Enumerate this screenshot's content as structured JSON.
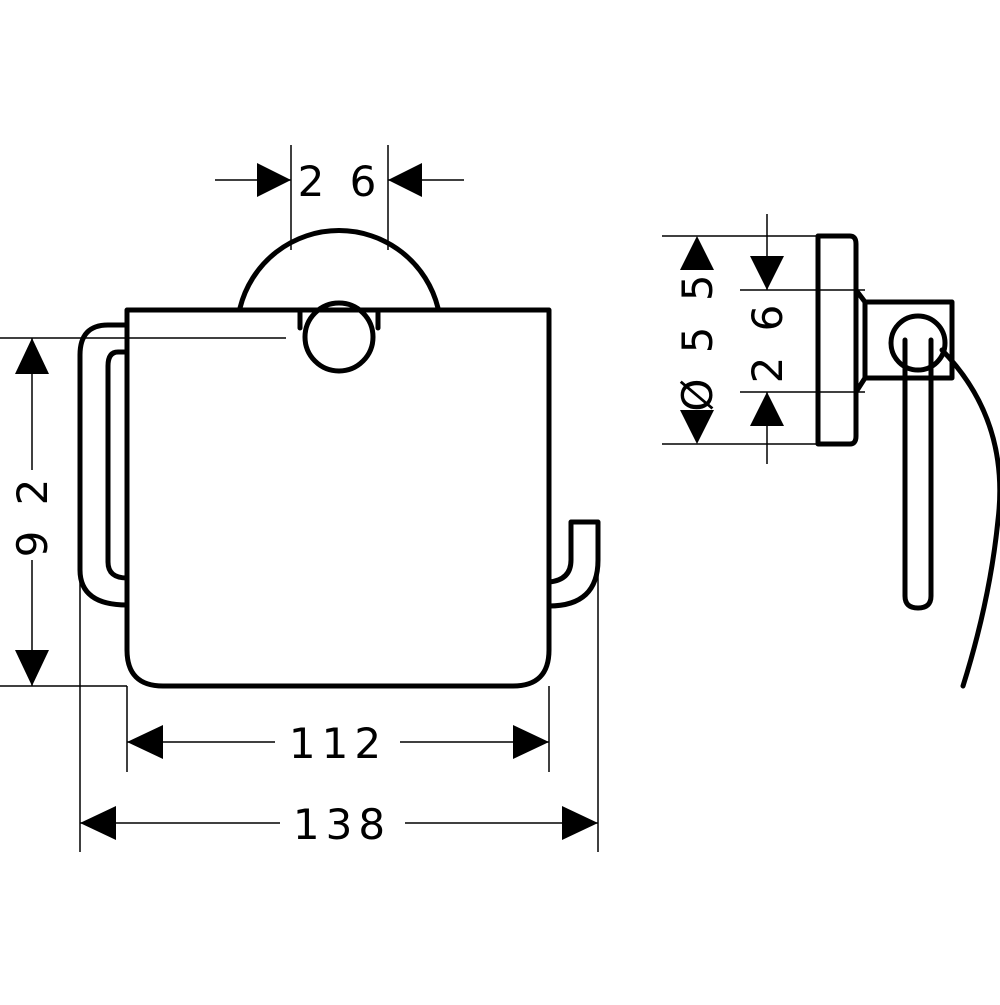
{
  "dimensions": {
    "top_width": "2 6",
    "height": "9 2",
    "inner_width": "112",
    "outer_width": "138",
    "side_diameter": "Ø 5 5",
    "side_depth": "2 6"
  },
  "colors": {
    "line": "#000000",
    "background": "#ffffff"
  }
}
